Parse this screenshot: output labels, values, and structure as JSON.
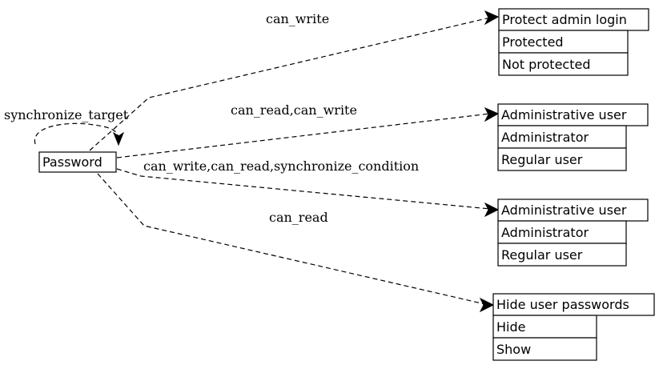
{
  "source_node": {
    "label": "Password"
  },
  "targets": [
    {
      "title": "Protect admin login",
      "options": [
        "Protected",
        "Not protected"
      ]
    },
    {
      "title": "Administrative user",
      "options": [
        "Administrator",
        "Regular user"
      ]
    },
    {
      "title": "Administrative user",
      "options": [
        "Administrator",
        "Regular user"
      ]
    },
    {
      "title": "Hide user passwords",
      "options": [
        "Hide",
        "Show"
      ]
    }
  ],
  "edges": [
    {
      "label": "can_write"
    },
    {
      "label": "can_read,can_write"
    },
    {
      "label": "can_write,can_read,synchronize_condition"
    },
    {
      "label": "can_read"
    },
    {
      "label": "synchronize_target"
    }
  ]
}
